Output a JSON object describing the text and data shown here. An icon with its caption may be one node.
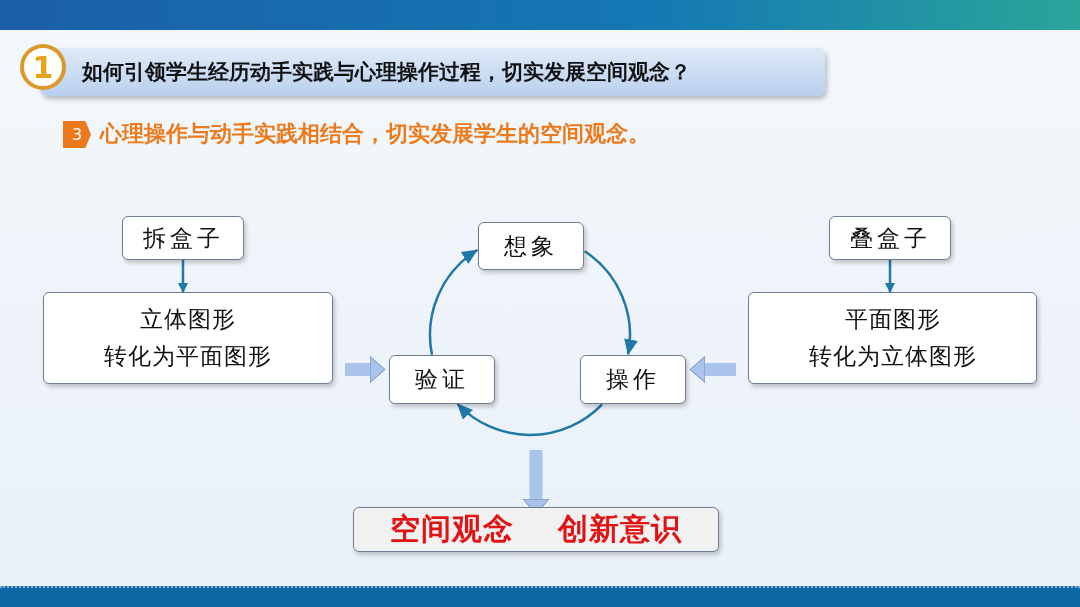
{
  "diagram": {
    "title": "如何引领学生经历动手实践与心理操作过程，切实发展空间观念？",
    "nodes": [
      {
        "text": [
          "拆盒子"
        ]
      },
      {
        "text": [
          "立体图形",
          "转化为平面图形"
        ]
      },
      {
        "text": [
          "叠盒子"
        ]
      },
      {
        "text": [
          "平面图形",
          "转化为立体图形"
        ]
      },
      {
        "text": [
          "想象"
        ]
      },
      {
        "text": [
          "验证"
        ]
      },
      {
        "text": [
          "操作"
        ]
      },
      {
        "text": [
          "空间观念",
          "创新意识"
        ]
      }
    ],
    "edges": [
      {
        "from": 0,
        "to": 1,
        "arrow": "to"
      },
      {
        "from": 2,
        "to": 3,
        "arrow": "to"
      },
      {
        "from": 4,
        "to": 6,
        "arrow": "to"
      },
      {
        "from": 6,
        "to": 5,
        "arrow": "to"
      },
      {
        "from": 5,
        "to": 4,
        "arrow": "to"
      },
      {
        "from": 1,
        "to": 5,
        "arrow": "to",
        "style": "thick",
        "color": "#a9c3ea"
      },
      {
        "from": 3,
        "to": 6,
        "arrow": "to",
        "style": "thick",
        "color": "#a9c3ea"
      },
      {
        "from": null,
        "to": 7,
        "arrow": "to",
        "style": "thick",
        "color": "#a9c3ea"
      }
    ],
    "labels": [
      "1",
      "3",
      "心理操作与动手实践相结合，切实发展学生的空间观念。"
    ]
  }
}
